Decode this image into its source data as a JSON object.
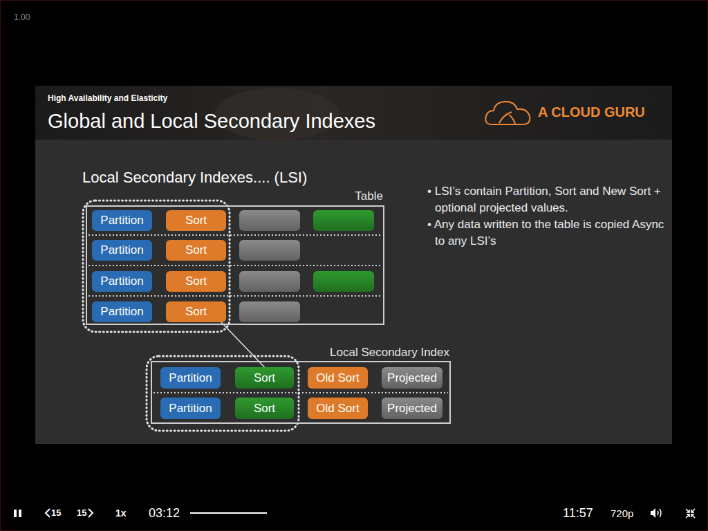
{
  "diagram": {
    "title": "Global and Local Secondary Indexes",
    "nodes": [
      {
        "text": [
          "Table"
        ]
      },
      {
        "text": [
          "Partition"
        ],
        "in": 0
      },
      {
        "text": [
          "Sort"
        ],
        "in": 0
      },
      {
        "text": [
          "Partition"
        ],
        "in": 0
      },
      {
        "text": [
          "Sort"
        ],
        "in": 0
      },
      {
        "text": [
          "Partition"
        ],
        "in": 0
      },
      {
        "text": [
          "Sort"
        ],
        "in": 0
      },
      {
        "text": [
          "Partition"
        ],
        "in": 0
      },
      {
        "text": [
          "Sort"
        ],
        "in": 0
      },
      {
        "text": [
          "Local Secondary Index"
        ]
      },
      {
        "text": [
          "Partition"
        ],
        "in": 9
      },
      {
        "text": [
          "Sort"
        ],
        "in": 9
      },
      {
        "text": [
          "Old Sort"
        ],
        "in": 9
      },
      {
        "text": [
          "Projected"
        ],
        "in": 9
      },
      {
        "text": [
          "Partition"
        ],
        "in": 9
      },
      {
        "text": [
          "Sort"
        ],
        "in": 9
      },
      {
        "text": [
          "Old Sort"
        ],
        "in": 9
      },
      {
        "text": [
          "Projected"
        ],
        "in": 9
      }
    ],
    "edges": [
      {
        "from": 8,
        "to": 11,
        "arrow": "none"
      }
    ],
    "labels": [
      "1.00",
      "High Availability and Elasticity",
      "A CLOUD GURU",
      "Local Secondary Indexes.... (LSI)",
      "• LSI’s contain Partition, Sort and New Sort + optional projected values.",
      "• Any data written to the table is copied Async to any LSI’s",
      "15",
      "15",
      "1x",
      "03:12",
      "11:57",
      "720p"
    ]
  }
}
